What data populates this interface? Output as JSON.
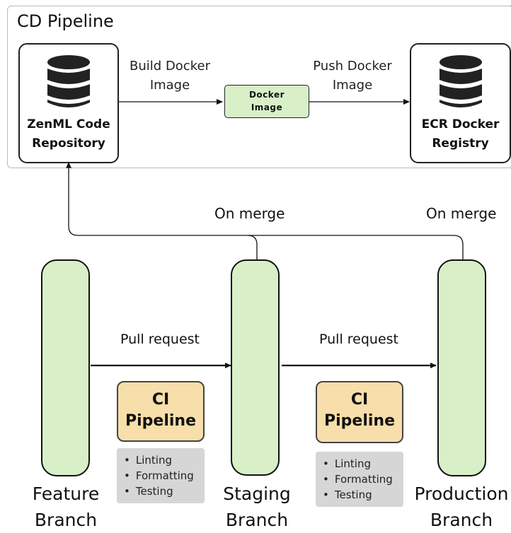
{
  "cd_pipeline": {
    "title": "CD Pipeline",
    "source": {
      "line1": "ZenML Code",
      "line2": "Repository",
      "icon": "database-icon"
    },
    "build_label": {
      "line1": "Build Docker",
      "line2": "Image"
    },
    "docker_image": {
      "line1": "Docker",
      "line2": "Image"
    },
    "push_label": {
      "line1": "Push Docker",
      "line2": "Image"
    },
    "registry": {
      "line1": "ECR Docker",
      "line2": "Registry",
      "icon": "database-icon"
    }
  },
  "merge_labels": {
    "staging": "On merge",
    "production": "On merge"
  },
  "branches": {
    "feature": {
      "line1": "Feature",
      "line2": "Branch"
    },
    "staging": {
      "line1": "Staging",
      "line2": "Branch"
    },
    "production": {
      "line1": "Production",
      "line2": "Branch"
    }
  },
  "pull_requests": {
    "first": "Pull request",
    "second": "Pull request"
  },
  "ci": [
    {
      "line1": "CI",
      "line2": "Pipeline",
      "steps": [
        "Linting",
        "Formatting",
        "Testing"
      ]
    },
    {
      "line1": "CI",
      "line2": "Pipeline",
      "steps": [
        "Linting",
        "Formatting",
        "Testing"
      ]
    }
  ],
  "colors": {
    "branch_fill": "#d8efc7",
    "ci_fill": "#f7deaa",
    "steps_fill": "#d6d6d6",
    "docker_fill": "#d8efc7",
    "stroke": "#111111"
  }
}
